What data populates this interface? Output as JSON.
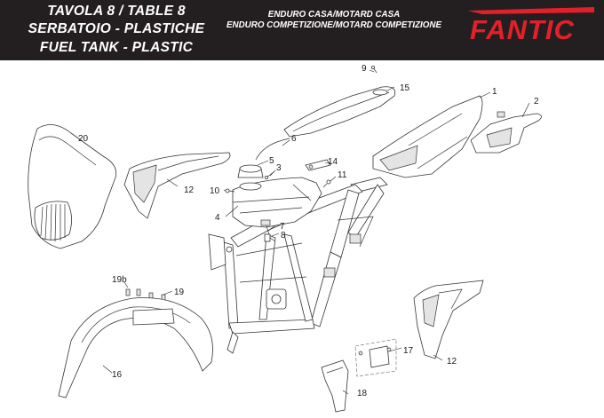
{
  "header": {
    "title_line1": "TAVOLA 8  /  TABLE 8",
    "title_line2": "SERBATOIO - PLASTICHE",
    "title_line3": "FUEL TANK - PLASTIC",
    "subtitle_line1": "ENDURO CASA/MOTARD CASA",
    "subtitle_line2": "ENDURO COMPETIZIONE/MOTARD COMPETIZIONE",
    "brand": "FANTIC",
    "brand_color": "#e3202a"
  },
  "callouts": {
    "c1": "1",
    "c2": "2",
    "c3": "3",
    "c4": "4",
    "c5": "5",
    "c6": "6",
    "c7": "7",
    "c8": "8",
    "c9": "9",
    "c10": "10",
    "c11": "11",
    "c12a": "12",
    "c12b": "12",
    "c14": "14",
    "c15": "15",
    "c16": "16",
    "c17": "17",
    "c18": "18",
    "c19": "19",
    "c19b": "19b",
    "c20": "20"
  }
}
